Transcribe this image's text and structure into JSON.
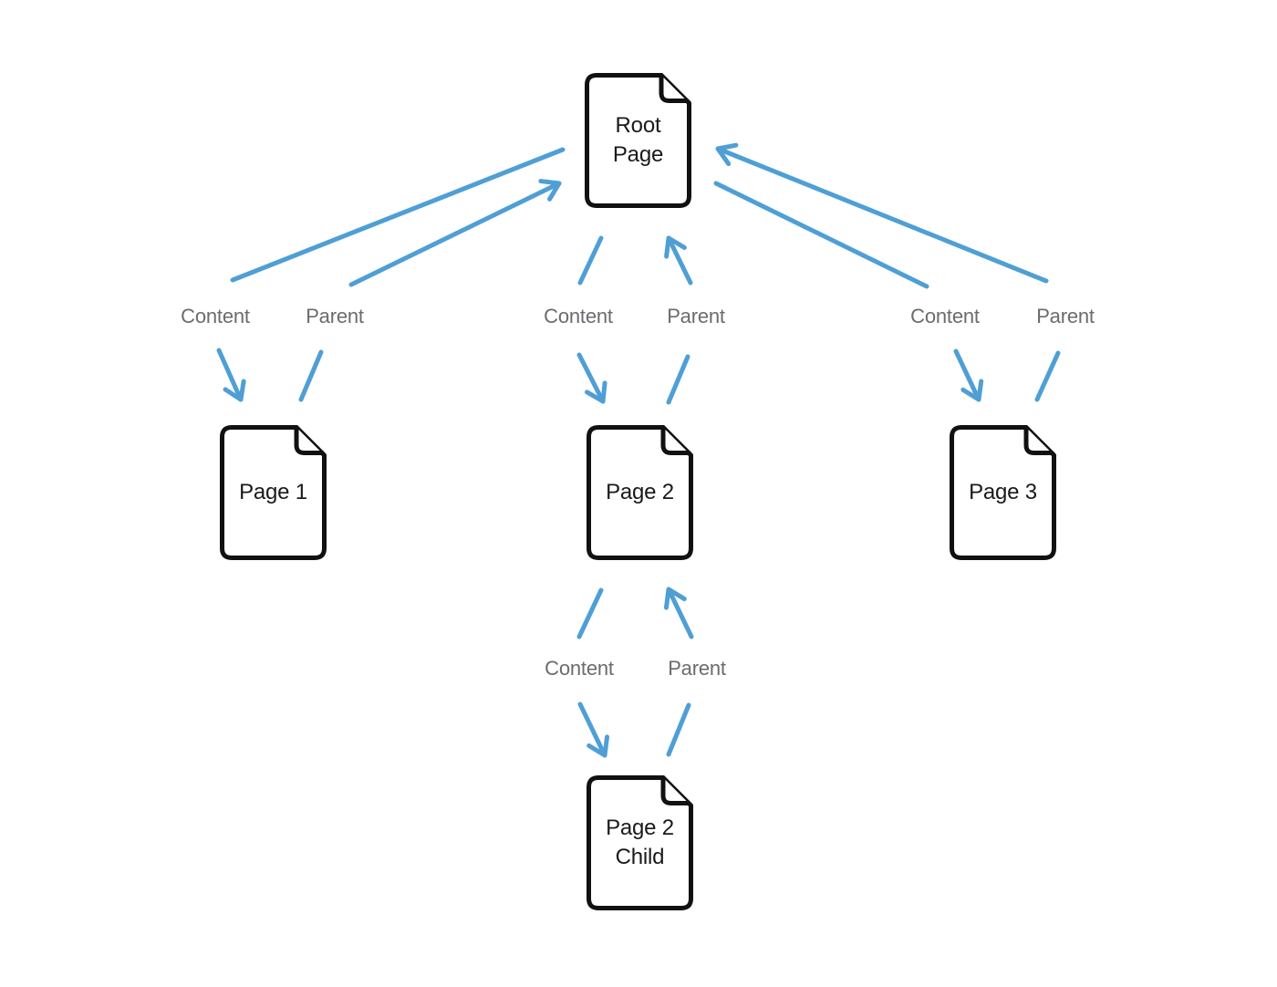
{
  "colors": {
    "background": "#ffffff",
    "arrow_blue": "#4F9FD5",
    "node_stroke": "#111111",
    "node_text": "#1a1a1a",
    "edge_label_text": "#6b6b70"
  },
  "nodes": [
    {
      "id": "root-page",
      "label": "Root Page"
    },
    {
      "id": "page-1",
      "label": "Page 1"
    },
    {
      "id": "page-2",
      "label": "Page 2"
    },
    {
      "id": "page-3",
      "label": "Page 3"
    },
    {
      "id": "page-2-child",
      "label": "Page 2 Child"
    }
  ],
  "edges": [
    {
      "from": "Root Page",
      "to": "Page 1",
      "label": "Content"
    },
    {
      "from": "Page 1",
      "to": "Root Page",
      "label": "Parent"
    },
    {
      "from": "Root Page",
      "to": "Page 2",
      "label": "Content"
    },
    {
      "from": "Page 2",
      "to": "Root Page",
      "label": "Parent"
    },
    {
      "from": "Root Page",
      "to": "Page 3",
      "label": "Content"
    },
    {
      "from": "Page 3",
      "to": "Root Page",
      "label": "Parent"
    },
    {
      "from": "Page 2",
      "to": "Page 2 Child",
      "label": "Content"
    },
    {
      "from": "Page 2 Child",
      "to": "Page 2",
      "label": "Parent"
    }
  ]
}
